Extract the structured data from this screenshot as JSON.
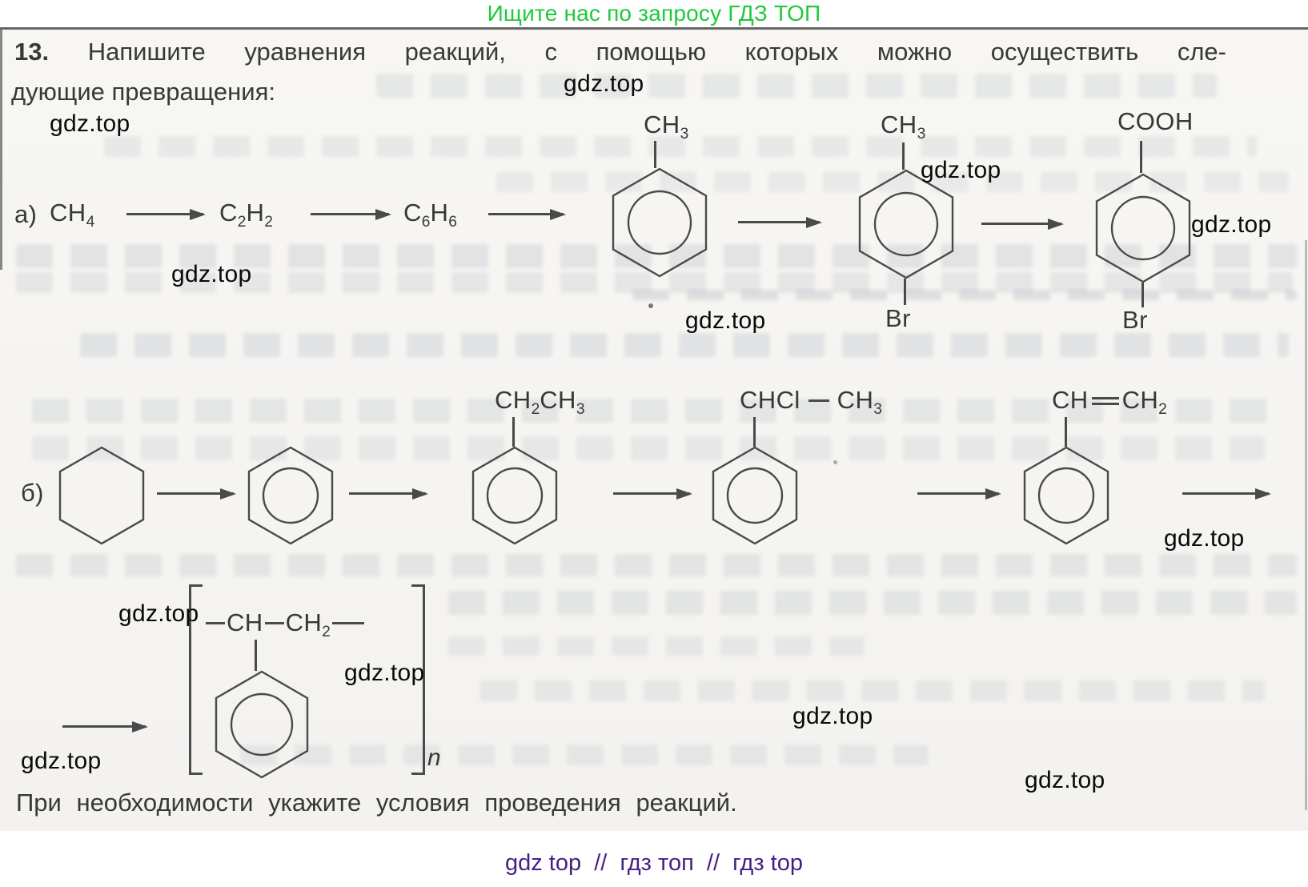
{
  "colors": {
    "green": "#1fc93c",
    "purple": "#4a1d86",
    "ink": "#383838",
    "line": "#4a4a4a",
    "paper": "#f6f5f2",
    "wm": "#0a0a0a"
  },
  "header": {
    "promo": "Ищите нас по запросу ГДЗ ТОП"
  },
  "watermark": {
    "text": "gdz.top"
  },
  "problem": {
    "number": "13.",
    "line1": "Напишите уравнения реакций, с помощью которых можно осуществить сле-",
    "line2": "дующие превращения:",
    "note": "При необходимости укажите условия проведения реакций."
  },
  "schemes": {
    "a": {
      "label": "а)",
      "formulas": {
        "methane": [
          {
            "t": "CH"
          },
          {
            "s": "4"
          }
        ],
        "acetylene": [
          {
            "t": "C"
          },
          {
            "s": "2"
          },
          {
            "t": "H"
          },
          {
            "s": "2"
          }
        ],
        "benzene": [
          {
            "t": "C"
          },
          {
            "s": "6"
          },
          {
            "t": "H"
          },
          {
            "s": "6"
          }
        ],
        "methyl": [
          {
            "t": "CH"
          },
          {
            "s": "3"
          }
        ],
        "bromine": [
          {
            "t": "Br"
          }
        ],
        "carboxyl": [
          {
            "t": "COOH"
          }
        ]
      }
    },
    "b": {
      "label": "б)",
      "formulas": {
        "ethyl": [
          {
            "t": "CH"
          },
          {
            "s": "2"
          },
          {
            "t": "CH"
          },
          {
            "s": "3"
          }
        ],
        "chloroethyl": [
          {
            "t": "CHCl"
          },
          {
            "b": "m"
          },
          {
            "t": "CH"
          },
          {
            "s": "3"
          }
        ],
        "vinyl": [
          {
            "t": "CH"
          },
          {
            "b": "d"
          },
          {
            "t": "CH"
          },
          {
            "s": "2"
          }
        ]
      }
    },
    "polymer": {
      "unit": [
        {
          "b": "s"
        },
        {
          "t": "CH"
        },
        {
          "b": "s"
        },
        {
          "t": "CH"
        },
        {
          "s": "2"
        },
        {
          "b": "l"
        }
      ],
      "subscript": "n"
    }
  },
  "footer": {
    "text": "gdz top  //  гдз топ  //  гдз top"
  }
}
